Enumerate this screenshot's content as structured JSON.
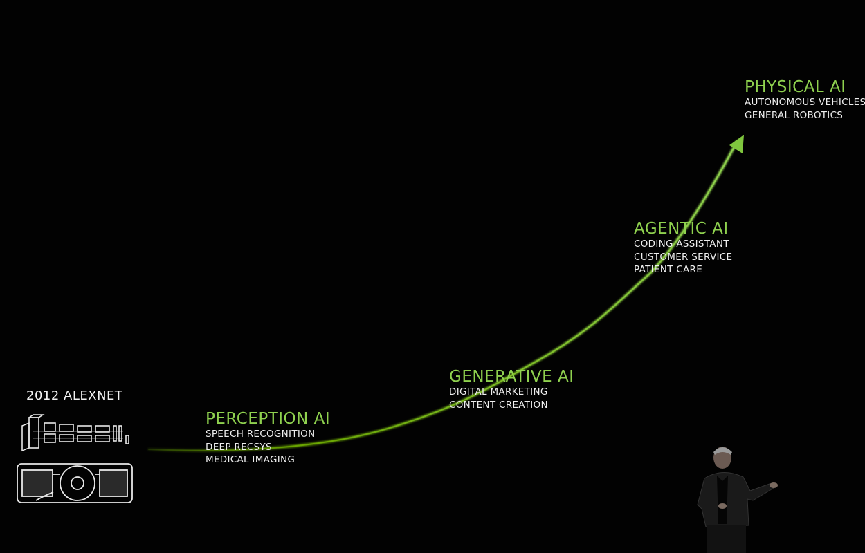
{
  "origin": {
    "label": "2012 ALEXNET",
    "sketches": [
      "alexnet-architecture-sketch",
      "gpu-card-sketch"
    ]
  },
  "stages": [
    {
      "title": "PERCEPTION AI",
      "items": [
        "SPEECH RECOGNITION",
        "DEEP RECSYS",
        "MEDICAL IMAGING"
      ]
    },
    {
      "title": "GENERATIVE AI",
      "items": [
        "DIGITAL MARKETING",
        "CONTENT CREATION"
      ]
    },
    {
      "title": "AGENTIC AI",
      "items": [
        "CODING ASSISTANT",
        "CUSTOMER SERVICE",
        "PATIENT CARE"
      ]
    },
    {
      "title": "PHYSICAL AI",
      "items": [
        "AUTONOMOUS VEHICLES",
        "GENERAL ROBOTICS"
      ]
    }
  ],
  "colors": {
    "accent_green": "#8fd14f",
    "curve_green": "#76b900",
    "text_white": "#eeeeee",
    "background": "#000000"
  }
}
